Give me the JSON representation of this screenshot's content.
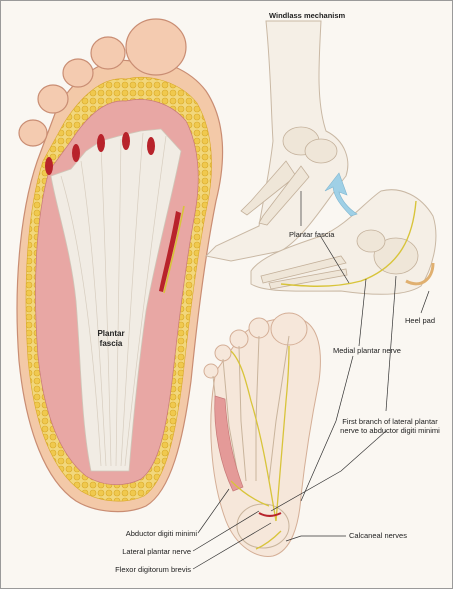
{
  "title": "Windlass mechanism",
  "labels": {
    "plantar_fascia_main_1": "Plantar",
    "plantar_fascia_main_2": "fascia",
    "plantar_fascia_side": "Plantar fascia",
    "heel_pad": "Heel pad",
    "medial_plantar_nerve": "Medial plantar nerve",
    "first_branch_1": "First branch of lateral plantar",
    "first_branch_2": "nerve to abductor digiti minimi",
    "calcaneal_nerves": "Calcaneal nerves",
    "abductor_digiti_minimi": "Abductor digiti minimi",
    "lateral_plantar_nerve": "Lateral plantar nerve",
    "flexor_digitorum_brevis": "Flexor digitorum brevis"
  },
  "colors": {
    "skin": "#f3c9a8",
    "fat": "#f2cf5e",
    "muscle": "#e8a7a4",
    "fascia": "#f1ece4",
    "nerve": "#d8c43a",
    "vessel": "#b8232b",
    "bone": "#efe6d8",
    "arrow": "#9fd0e6"
  }
}
